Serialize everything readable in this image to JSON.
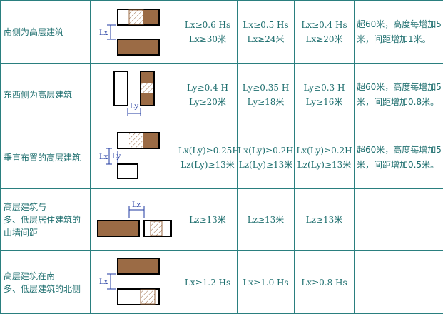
{
  "rows": [
    {
      "label": "南侧为高层建筑",
      "col1": [
        "Lx≥0.6 Hs",
        "Lx≥30米"
      ],
      "col2": [
        "Lx≥0.5 Hs",
        "Lx≥24米"
      ],
      "col3": [
        "Lx≥0.4 Hs",
        "Lx≥20米"
      ],
      "note": "超60米，高度每增加5米，间距增加1米。",
      "diagram_label": "Lx"
    },
    {
      "label": "东西侧为高层建筑",
      "col1": [
        "Ly≥0.4 H",
        "Ly≥20米"
      ],
      "col2": [
        "Ly≥0.35 H",
        "Ly≥18米"
      ],
      "col3": [
        "Ly≥0.3 H",
        "Ly≥16米"
      ],
      "note": "超60米，高度每增加5米，间距增加0.8米。",
      "diagram_label": "Ly"
    },
    {
      "label": "垂直布置的高层建筑",
      "col1": [
        "Lx(Ly)≥0.25H",
        "Lz(Ly)≥13米"
      ],
      "col2": [
        "Lx(Ly)≥0.2H",
        "Lz(Ly)≥13米"
      ],
      "col3": [
        "Lx(Ly)≥0.2H",
        "Lz(Ly)≥13米"
      ],
      "note": "超60米，高度每增加5米，间距增加0.5米。",
      "diagram_label_x": "Lx",
      "diagram_label_y": "Ly"
    },
    {
      "label": "高层建筑与多、低层居住建筑的山墙间距",
      "label_lines": [
        "高层建筑与",
        "多、低层居住建筑的",
        "山墙间距"
      ],
      "col1": [
        "Lz≥13米"
      ],
      "col2": [
        "Lz≥13米"
      ],
      "col3": [
        "Lz≥13米"
      ],
      "note": "",
      "diagram_label": "Lz"
    },
    {
      "label": "高层建筑在南多、低层建筑的北侧",
      "label_lines": [
        "高层建筑在南",
        "多、低层建筑的北侧"
      ],
      "col1": [
        "Lx≥1.2 Hs"
      ],
      "col2": [
        "Lx≥1.0 Hs"
      ],
      "col3": [
        "Lx≥0.8 Hs"
      ],
      "note": "",
      "diagram_label": "Lx"
    }
  ],
  "colors": {
    "border": "#2a7f7f",
    "text": "#1f6f6f",
    "building": "#9b6b45",
    "dim": "#1f3aa0"
  }
}
